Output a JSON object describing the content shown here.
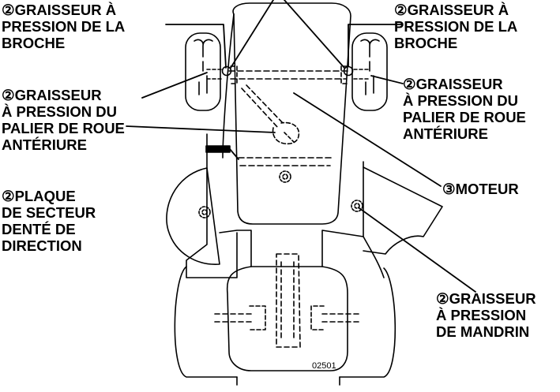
{
  "labels": {
    "spindle_left": [
      "②GRAISSEUR À",
      "PRESSION DE LA",
      "BROCHE"
    ],
    "spindle_right": [
      "②GRAISSEUR À",
      "PRESSION DE LA",
      "BROCHE"
    ],
    "wheel_bearing_left": [
      "②GRAISSEUR",
      "À PRESSION DU",
      "PALIER DE ROUE",
      "ANTÉRIURE"
    ],
    "wheel_bearing_right": [
      "②GRAISSEUR",
      "À PRESSION DU",
      "PALIER DE ROUE",
      "ANTÉRIURE"
    ],
    "steering_plate": [
      "②PLAQUE",
      "DE SECTEUR",
      "DENTÉ DE",
      "DIRECTION"
    ],
    "engine": [
      "③MOTEUR"
    ],
    "mandrel": [
      "②GRAISSEUR",
      "À PRESSION",
      "DE MANDRIN"
    ]
  },
  "figure_number": "02501"
}
